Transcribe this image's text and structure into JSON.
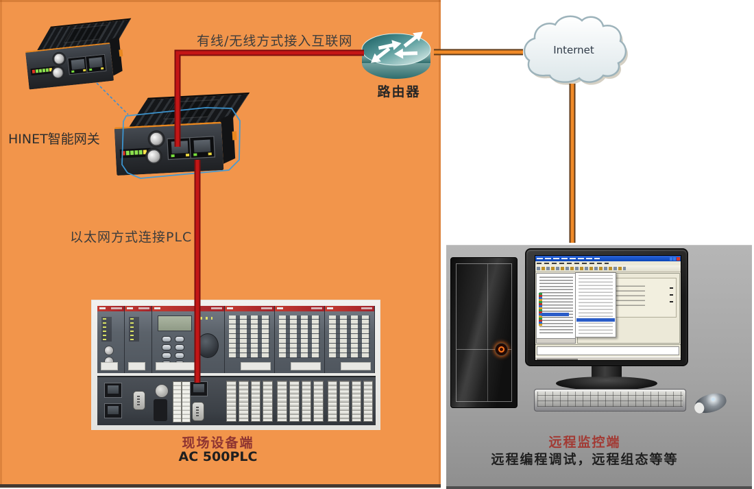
{
  "labels": {
    "wired_link": "有线/无线方式接入互联网",
    "router": "路由器",
    "internet": "Internet",
    "gateway": "HINET智能网关",
    "ethernet_link": "以太网方式连接PLC",
    "field_caption_title": "现场设备端",
    "field_caption_sub": "AC 500PLC",
    "remote_caption_title": "远程监控端",
    "remote_caption_sub": "远程编程调试，远程组态等等"
  },
  "colors": {
    "field_panel": "#F2954B",
    "remote_panel": "#A8A8A8",
    "plc_link_line": "#C01414",
    "internet_line": "#EE8A2E",
    "selection_outline": "#3D9AD8",
    "field_caption_title_color": "#8E3431",
    "remote_caption_title_color": "#A23A34"
  },
  "nodes": [
    {
      "id": "hinet-gateway",
      "label": "HINET智能网关"
    },
    {
      "id": "router",
      "label": "路由器"
    },
    {
      "id": "internet",
      "label": "Internet"
    },
    {
      "id": "plc",
      "label": "AC 500PLC"
    },
    {
      "id": "remote-pc",
      "label": "远程监控端"
    }
  ],
  "connections": [
    {
      "from": "hinet-gateway",
      "to": "router",
      "label": "有线/无线方式接入互联网",
      "style": "red"
    },
    {
      "from": "hinet-gateway",
      "to": "plc",
      "label": "以太网方式连接PLC",
      "style": "red"
    },
    {
      "from": "router",
      "to": "internet",
      "label": "",
      "style": "orange"
    },
    {
      "from": "internet",
      "to": "remote-pc",
      "label": "",
      "style": "orange"
    }
  ]
}
